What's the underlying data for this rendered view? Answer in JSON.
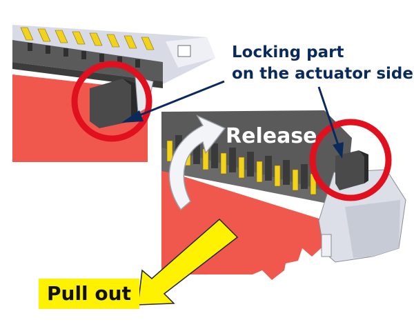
{
  "labels": {
    "callout_line1": "Locking part",
    "callout_line2": "on the actuator side",
    "release": "Release",
    "pull_out": "Pull out"
  },
  "colors": {
    "fpc_red": "#f0584e",
    "highlight_circle": "#e0101e",
    "callout_navy": "#0b2a5c",
    "pull_arrow_yellow": "#fff200",
    "housing_gray": "#5a5a5a",
    "contact_gold": "#f2d21a"
  }
}
